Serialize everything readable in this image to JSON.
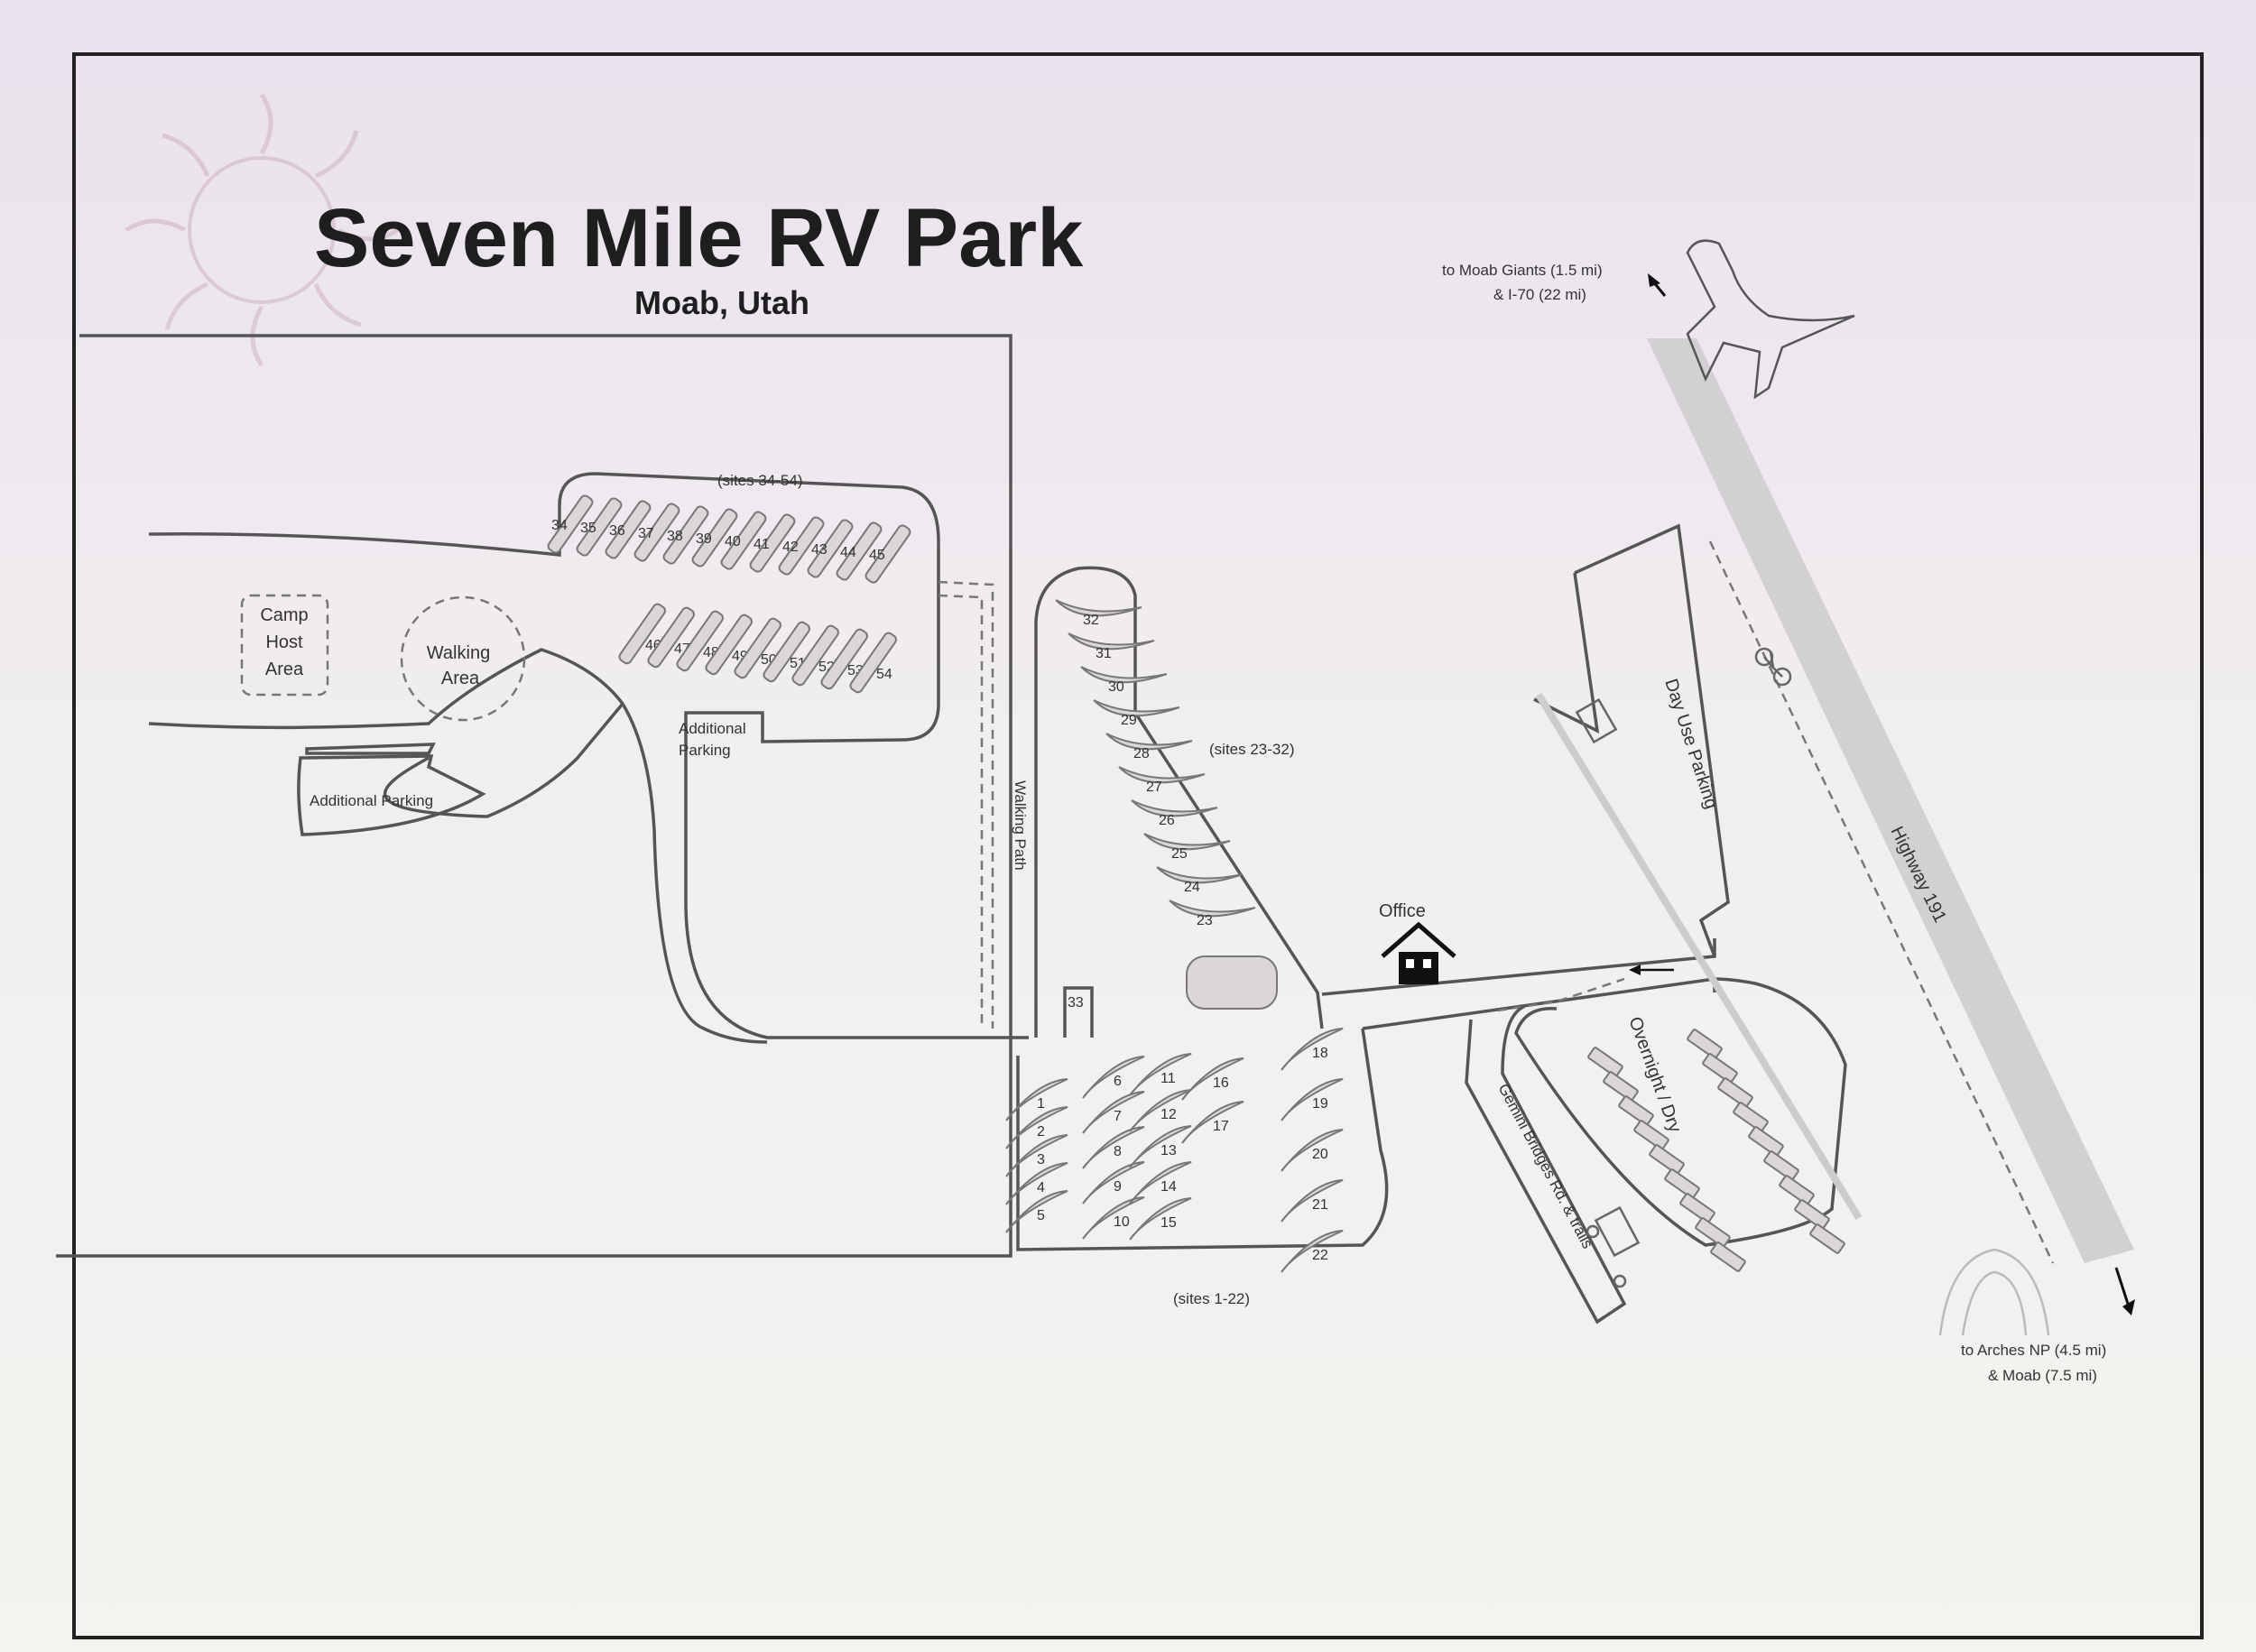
{
  "title": "Seven Mile RV Park",
  "subtitle": "Moab, Utah",
  "labels": {
    "sites_34_54": "(sites 34-54)",
    "sites_23_32": "(sites 23-32)",
    "sites_1_22": "(sites 1-22)",
    "camp_host": [
      "Camp",
      "Host",
      "Area"
    ],
    "walking_area": [
      "Walking",
      "Area"
    ],
    "additional_parking_left": "Additional Parking",
    "additional_parking_center": [
      "Additional",
      "Parking"
    ],
    "walking_path": "Walking Path",
    "office": "Office",
    "day_use_parking": "Day Use Parking",
    "overnight_dry": "Overnight / Dry",
    "gemini_road": "Gemini Bridges Rd. & trails",
    "highway": "Highway 191",
    "to_moab_giants": [
      "to Moab Giants (1.5 mi)",
      "& I-70 (22 mi)"
    ],
    "to_arches": [
      "to Arches NP (4.5 mi)",
      "& Moab (7.5 mi)"
    ]
  },
  "sites": {
    "row_34_45": [
      "34",
      "35",
      "36",
      "37",
      "38",
      "39",
      "40",
      "41",
      "42",
      "43",
      "44",
      "45"
    ],
    "row_46_54": [
      "46",
      "47",
      "48",
      "49",
      "50",
      "51",
      "52",
      "53",
      "54"
    ],
    "row_23_32": [
      "32",
      "31",
      "30",
      "29",
      "28",
      "27",
      "26",
      "25",
      "24",
      "23"
    ],
    "site_33": "33",
    "col_1_5": [
      "1",
      "2",
      "3",
      "4",
      "5"
    ],
    "col_6_10": [
      "6",
      "7",
      "8",
      "9",
      "10"
    ],
    "col_11_15": [
      "11",
      "12",
      "13",
      "14",
      "15"
    ],
    "col_16_17": [
      "16",
      "17"
    ],
    "col_18_22": [
      "18",
      "19",
      "20",
      "21",
      "22"
    ]
  },
  "icons": [
    "sun-logo",
    "office-house-icon",
    "dinosaur-icon",
    "arch-icon",
    "bicycle-icon",
    "rv-icon"
  ]
}
